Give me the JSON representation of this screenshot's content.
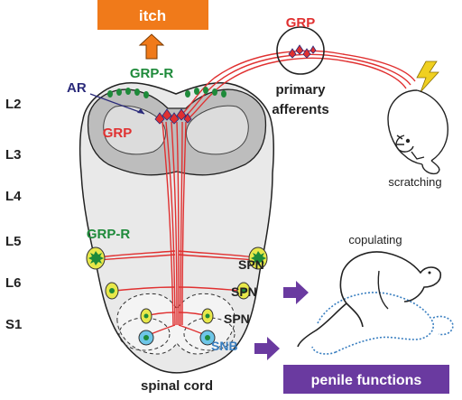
{
  "boxes": {
    "itch": {
      "label": "itch",
      "color": "#f07a1a"
    },
    "penile": {
      "label": "penile functions",
      "color": "#6a3aa0"
    }
  },
  "labels": {
    "grp_top": "GRP",
    "primary_afferents": [
      "primary",
      "afferents"
    ],
    "grp_r_top": "GRP-R",
    "ar": "AR",
    "grp_center": "GRP",
    "grp_r_mid": "GRP-R",
    "spn1": "SPN",
    "spn2": "SPN",
    "spn3": "SPN",
    "snb": "SNB",
    "spinal_cord": "spinal cord",
    "scratching": "scratching",
    "copulating": "copulating"
  },
  "levels": [
    "L2",
    "L3",
    "L4",
    "L5",
    "L6",
    "S1"
  ],
  "colors": {
    "grp": "#e03030",
    "grp_r": "#1e8a3a",
    "ar": "#2a2a7a",
    "snb": "#3a7fc0",
    "arrow_purple": "#6a3aa0",
    "arrow_orange": "#f07a1a",
    "lightning": "#f0d020"
  }
}
